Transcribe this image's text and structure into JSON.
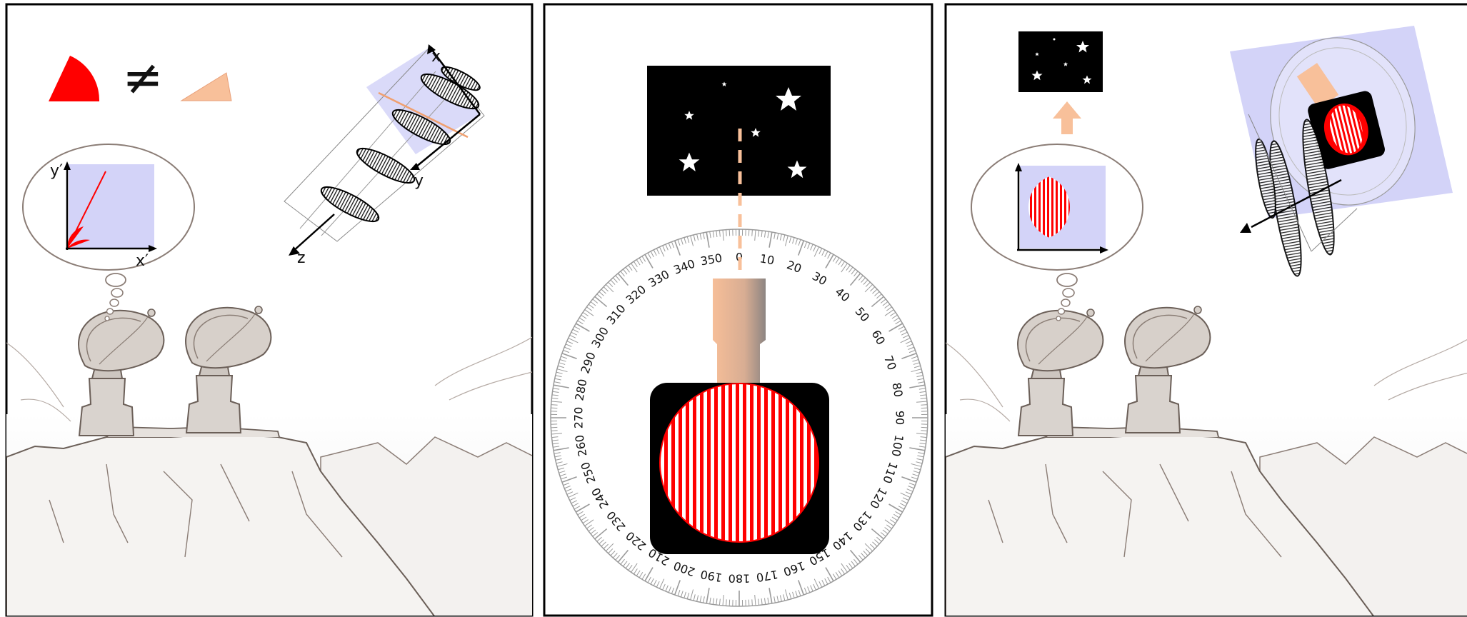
{
  "panel1": {
    "thought_axis_y": "y′",
    "thought_axis_x": "x′",
    "not_equal_symbol": "≠",
    "wave_axis_x": "x",
    "wave_axis_y": "y",
    "wave_axis_z": "z"
  },
  "panel2": {
    "protractor_labels": [
      "0",
      "10",
      "20",
      "30",
      "40",
      "50",
      "60",
      "70",
      "80",
      "90",
      "100",
      "110",
      "120",
      "130",
      "140",
      "150",
      "160",
      "170",
      "180",
      "190",
      "200",
      "210",
      "220",
      "230",
      "240",
      "250",
      "260",
      "270",
      "280",
      "290",
      "300",
      "310",
      "320",
      "330",
      "340",
      "350"
    ]
  },
  "colors": {
    "red": "#ff0000",
    "peach": "#f8c09a",
    "lavender": "#d3d3f8",
    "black": "#000000",
    "line_gray": "#9a9a9a"
  },
  "icons": [
    "radio-dish-icon",
    "mountain-icon",
    "star-icon",
    "thought-bubble-icon",
    "wave-icon",
    "protractor-icon",
    "camera-icon",
    "polarizer-icon",
    "arrow-up-icon"
  ]
}
